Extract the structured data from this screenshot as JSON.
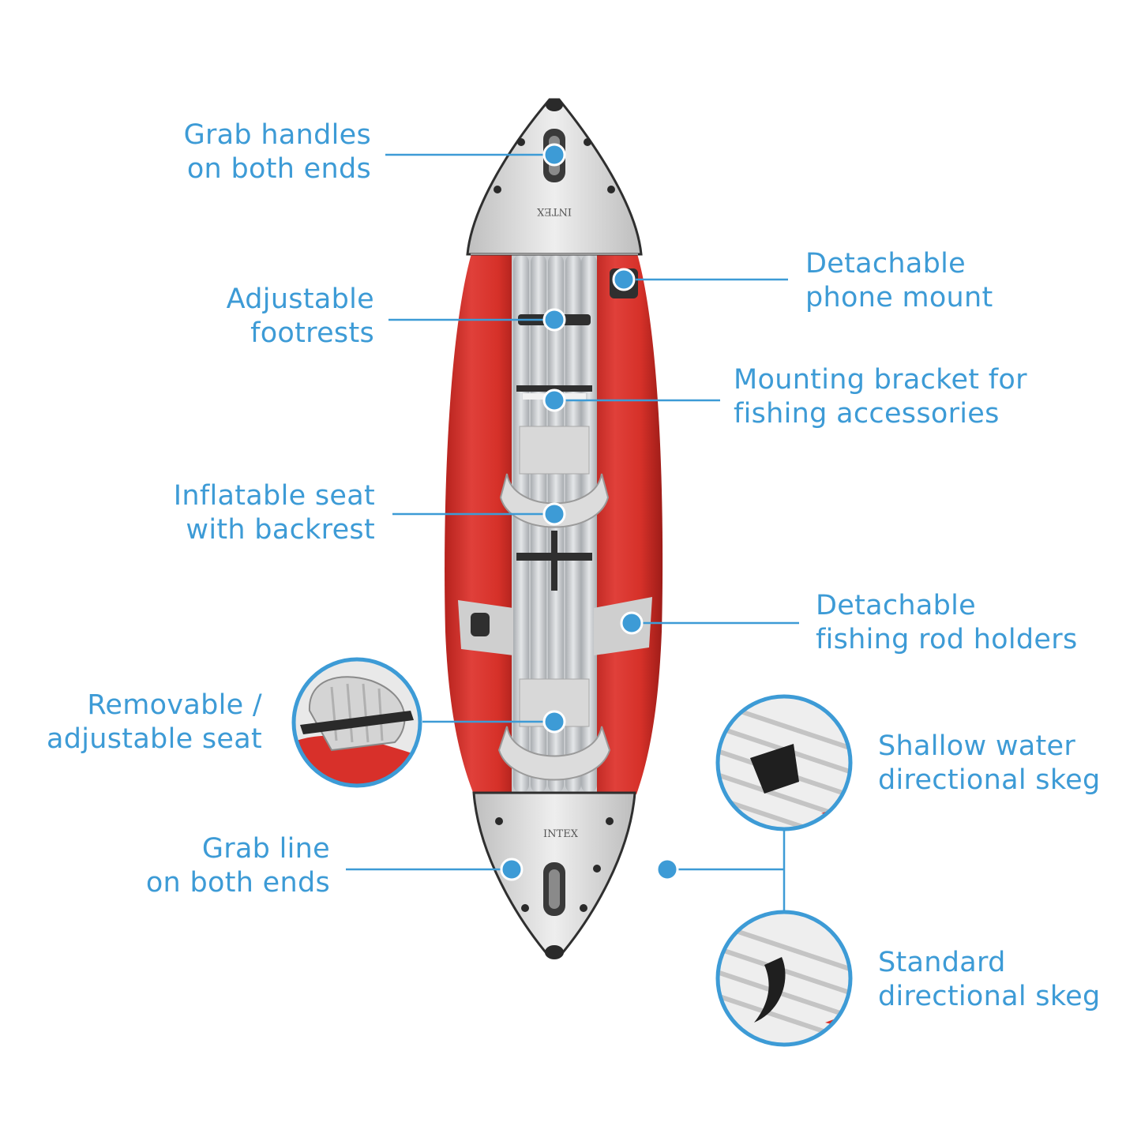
{
  "colors": {
    "accent": "#3d9bd6",
    "hull_red": "#d8302a",
    "hull_grey": "#e4e4e4",
    "floor_grey": "#cfd2d5",
    "trim_dark": "#2f2f2f"
  },
  "callouts": {
    "grab_handles": {
      "line1": "Grab handles",
      "line2": "on both ends"
    },
    "phone_mount": {
      "line1": "Detachable",
      "line2": "phone mount"
    },
    "footrests": {
      "line1": "Adjustable",
      "line2": "footrests"
    },
    "bracket": {
      "line1": "Mounting bracket for",
      "line2": "fishing accessories"
    },
    "inflatable_seat": {
      "line1": "Inflatable seat",
      "line2": "with backrest"
    },
    "rod_holders": {
      "line1": "Detachable",
      "line2": "fishing rod holders"
    },
    "removable_seat": {
      "line1": "Removable /",
      "line2": "adjustable seat"
    },
    "shallow_skeg": {
      "line1": "Shallow water",
      "line2": "directional skeg"
    },
    "grab_line": {
      "line1": "Grab line",
      "line2": "on both ends"
    },
    "standard_skeg": {
      "line1": "Standard",
      "line2": "directional skeg"
    }
  },
  "kayak": {
    "bow_logo": "INTEX",
    "stern_logo": "INTEX"
  },
  "icons": {
    "callout_dot": "dot-icon",
    "detail_zoom": "magnifier-circle-icon"
  }
}
